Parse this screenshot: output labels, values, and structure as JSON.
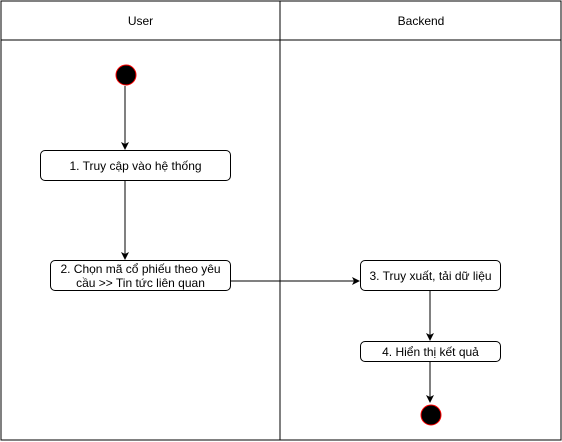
{
  "swimlanes": [
    {
      "title": "User"
    },
    {
      "title": "Backend"
    }
  ],
  "steps": [
    {
      "label": "1. Truy cập vào hệ thống"
    },
    {
      "label": "2. Chọn mã cổ phiếu theo yêu cầu >> Tin tức liên quan"
    },
    {
      "label": "3. Truy xuất, tải dữ liệu"
    },
    {
      "label": "4. Hiển thị kết quả"
    }
  ],
  "colors": {
    "line": "#000000",
    "node_fill": "#ffffff",
    "terminal_fill": "#000000",
    "terminal_stroke": "#ff0000"
  }
}
